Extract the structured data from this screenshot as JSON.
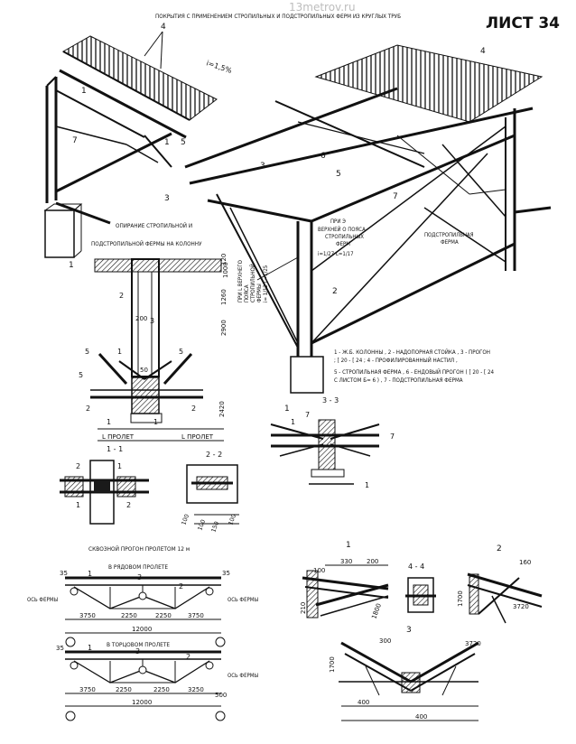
{
  "header": {
    "title": "ПОКРЫТИЯ С ПРИМЕНЕНИЕМ СТРОПИЛЬНЫХ И ПОДСТРОПИЛЬНЫХ ФЕРМ ИЗ КРУГЛЫХ ТРУБ",
    "sheet": "ЛИСТ 34",
    "watermark": "13metrov.ru"
  },
  "iso_left": {
    "callouts": [
      "4",
      "1",
      "7",
      "1",
      "5",
      "3",
      "1"
    ],
    "slope": "i=1,5%"
  },
  "iso_main": {
    "callouts": [
      "4",
      "3",
      "6",
      "5",
      "7",
      "1",
      "2"
    ],
    "note_left": [
      "ПРИ L ВЕРХНЕГО",
      "ПОЯСА",
      "СТРОПИЛЬНОЙ",
      "ФЕРМЫ",
      "i= 1/12 L=1/25"
    ],
    "note_right": [
      "ПРИ Э",
      "ВЕРХНЕЙ О ПОЯСА",
      "СТРОПИЛЬНЫХ",
      "ФЕРМ",
      "i=1/27 L=1/17"
    ],
    "truss_label": [
      "ПОДСТРОПИЛЬНАЯ",
      "ФЕРМА"
    ],
    "dims": [
      "1000",
      "2900"
    ],
    "legend": [
      "1 - Ж.Б. КОЛОННЫ ,   2 - НАДОПОРНАЯ СТОЙКА ,   3 - ПРОГОН",
      ";  [ 20 - [ 24 ;   4 - ПРОФИЛИРОВАННЫЙ НАСТИЛ ,",
      "5 - СТРОПИЛЬНАЯ ФЕРМА ,   6 - ЕНДОВЫЙ ПРОГОН  ( [ 20 - [ 24",
      "С ЛИСТОМ  Б= 6 ) ,  7 - ПОДСТРОПИЛЬНАЯ ФЕРМА"
    ]
  },
  "support_detail": {
    "title": [
      "ОПИРАНИЕ СТРОПИЛЬНОЙ И",
      "ПОДСТРОПИЛЬНОЙ ФЕРМЫ НА КОЛОННУ"
    ],
    "labels": [
      "2",
      "3",
      "1",
      "5",
      "5",
      "5",
      "2",
      "2",
      "1",
      "1"
    ],
    "dims": [
      "120",
      "50",
      "1260",
      "200",
      "2420"
    ],
    "spans": [
      "L ПРОЛЕТ",
      "L ПРОЛЕТ"
    ]
  },
  "section_11": {
    "title": "1 - 1",
    "labels": [
      "2",
      "1",
      "1",
      "2"
    ]
  },
  "section_22": {
    "title": "2 - 2",
    "dims": [
      "100",
      "100",
      "100",
      "150"
    ]
  },
  "section_33": {
    "title": "3 - 3",
    "labels": [
      "1",
      "7",
      "7",
      "1"
    ]
  },
  "purlin": {
    "title": "СКВОЗНОЙ ПРОГОН  ПРОЛЕТОМ 12 м",
    "sub1": "В РЯДОВОМ ПРОЛЕТЕ",
    "sub2": "В ТОРЦОВОМ ПРОЛЕТЕ",
    "axis": "ОСЬ ФЕРМЫ",
    "dims1": [
      "35",
      "35",
      "3750",
      "2250",
      "2250",
      "3750",
      "12000"
    ],
    "dims2": [
      "35",
      "3750",
      "2250",
      "2250",
      "3250",
      "12000",
      "500"
    ],
    "labels": [
      "1",
      "3",
      "2",
      "1",
      "3",
      "2"
    ]
  },
  "details": {
    "d1": {
      "title": "1",
      "dims": [
        "330",
        "200",
        "100",
        "210",
        "1800"
      ]
    },
    "d44": {
      "title": "4 - 4"
    },
    "d2": {
      "title": "2",
      "dims": [
        "1700",
        "3720",
        "160"
      ]
    },
    "d3": {
      "title": "3",
      "dims": [
        "1700",
        "3720",
        "400",
        "400",
        "300"
      ]
    }
  }
}
